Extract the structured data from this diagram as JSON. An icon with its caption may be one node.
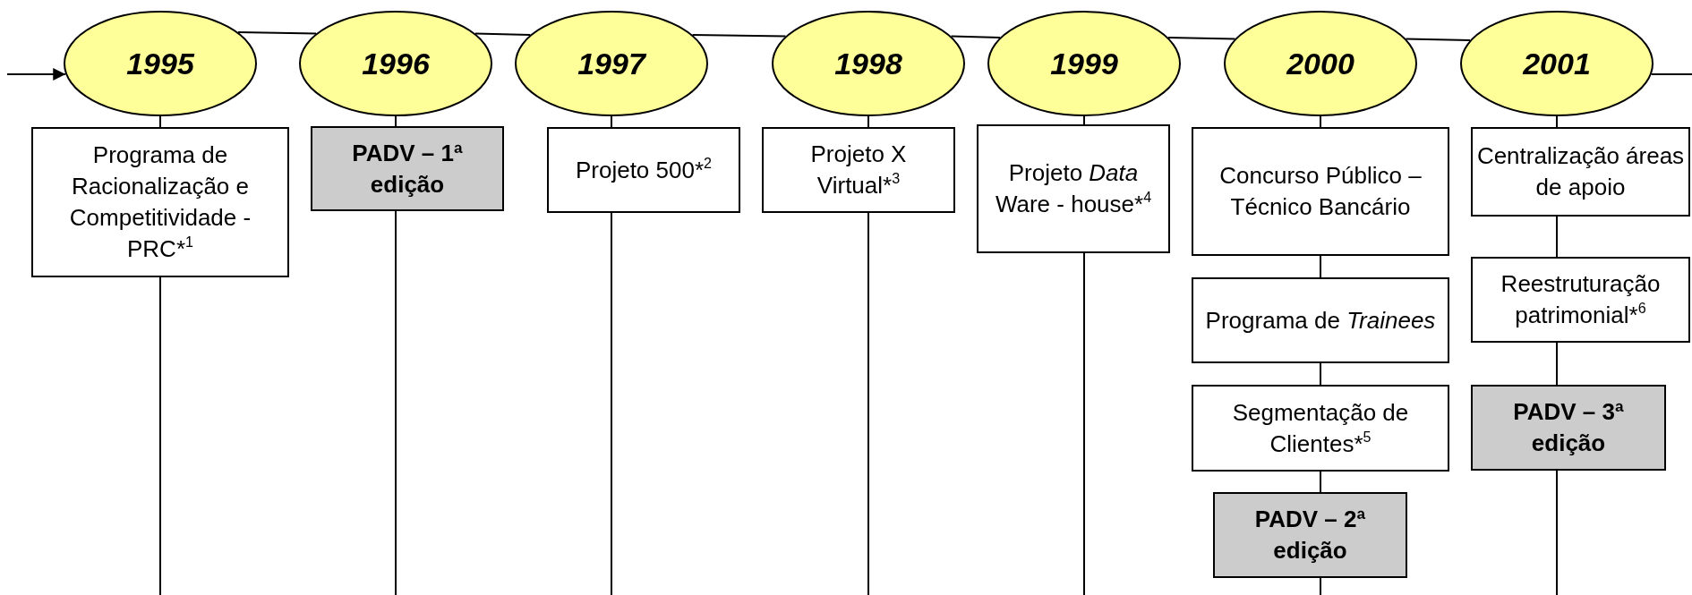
{
  "diagram": {
    "nodes": [
      {
        "text": [
          "1995"
        ]
      },
      {
        "text": [
          "1996"
        ]
      },
      {
        "text": [
          "1997"
        ]
      },
      {
        "text": [
          "1998"
        ]
      },
      {
        "text": [
          "1999"
        ]
      },
      {
        "text": [
          "2000"
        ]
      },
      {
        "text": [
          "2001"
        ]
      },
      {
        "text": [
          "Programa de Racionalização e Competitividade - PRC*$^{1}$"
        ]
      },
      {
        "text": [
          "PADV – 1ª edição"
        ]
      },
      {
        "text": [
          "Projeto 500*$^{2}$"
        ]
      },
      {
        "text": [
          "Projeto X Virtual*$^{3}$"
        ]
      },
      {
        "text": [
          "Projeto *Data* Ware - house*$^{4}$"
        ]
      },
      {
        "text": [
          "Concurso Público – Técnico Bancário"
        ]
      },
      {
        "text": [
          "Programa de *Trainees*"
        ]
      },
      {
        "text": [
          "Segmentação de Clientes*$^{5}$"
        ]
      },
      {
        "text": [
          "PADV – 2ª edição"
        ]
      },
      {
        "text": [
          "Centralização áreas de apoio"
        ]
      },
      {
        "text": [
          "Reestruturação patrimonial*$^{6}$"
        ]
      },
      {
        "text": [
          "PADV – 3ª edição"
        ]
      }
    ],
    "edges": [
      {
        "from": null,
        "to": 0,
        "arrow": "to"
      },
      {
        "from": 0,
        "to": 1,
        "arrow": "none"
      },
      {
        "from": 1,
        "to": 2,
        "arrow": "none"
      },
      {
        "from": 2,
        "to": 3,
        "arrow": "none"
      },
      {
        "from": 3,
        "to": 4,
        "arrow": "none"
      },
      {
        "from": 4,
        "to": 5,
        "arrow": "none"
      },
      {
        "from": 5,
        "to": 6,
        "arrow": "none"
      },
      {
        "from": 6,
        "to": null,
        "arrow": "none"
      },
      {
        "from": 0,
        "to": 7,
        "arrow": "none"
      },
      {
        "from": 7,
        "to": null,
        "arrow": "none"
      },
      {
        "from": 1,
        "to": 8,
        "arrow": "none"
      },
      {
        "from": 8,
        "to": null,
        "arrow": "none"
      },
      {
        "from": 2,
        "to": 9,
        "arrow": "none"
      },
      {
        "from": 9,
        "to": null,
        "arrow": "none"
      },
      {
        "from": 3,
        "to": 10,
        "arrow": "none"
      },
      {
        "from": 10,
        "to": null,
        "arrow": "none"
      },
      {
        "from": 4,
        "to": 11,
        "arrow": "none"
      },
      {
        "from": 11,
        "to": null,
        "arrow": "none"
      },
      {
        "from": 5,
        "to": 12,
        "arrow": "none"
      },
      {
        "from": 12,
        "to": 13,
        "arrow": "none"
      },
      {
        "from": 13,
        "to": 14,
        "arrow": "none"
      },
      {
        "from": 14,
        "to": 15,
        "arrow": "none"
      },
      {
        "from": 15,
        "to": null,
        "arrow": "none"
      },
      {
        "from": 6,
        "to": 16,
        "arrow": "none"
      },
      {
        "from": 16,
        "to": 17,
        "arrow": "none"
      },
      {
        "from": 17,
        "to": 18,
        "arrow": "none"
      },
      {
        "from": 18,
        "to": null,
        "arrow": "none"
      }
    ]
  }
}
